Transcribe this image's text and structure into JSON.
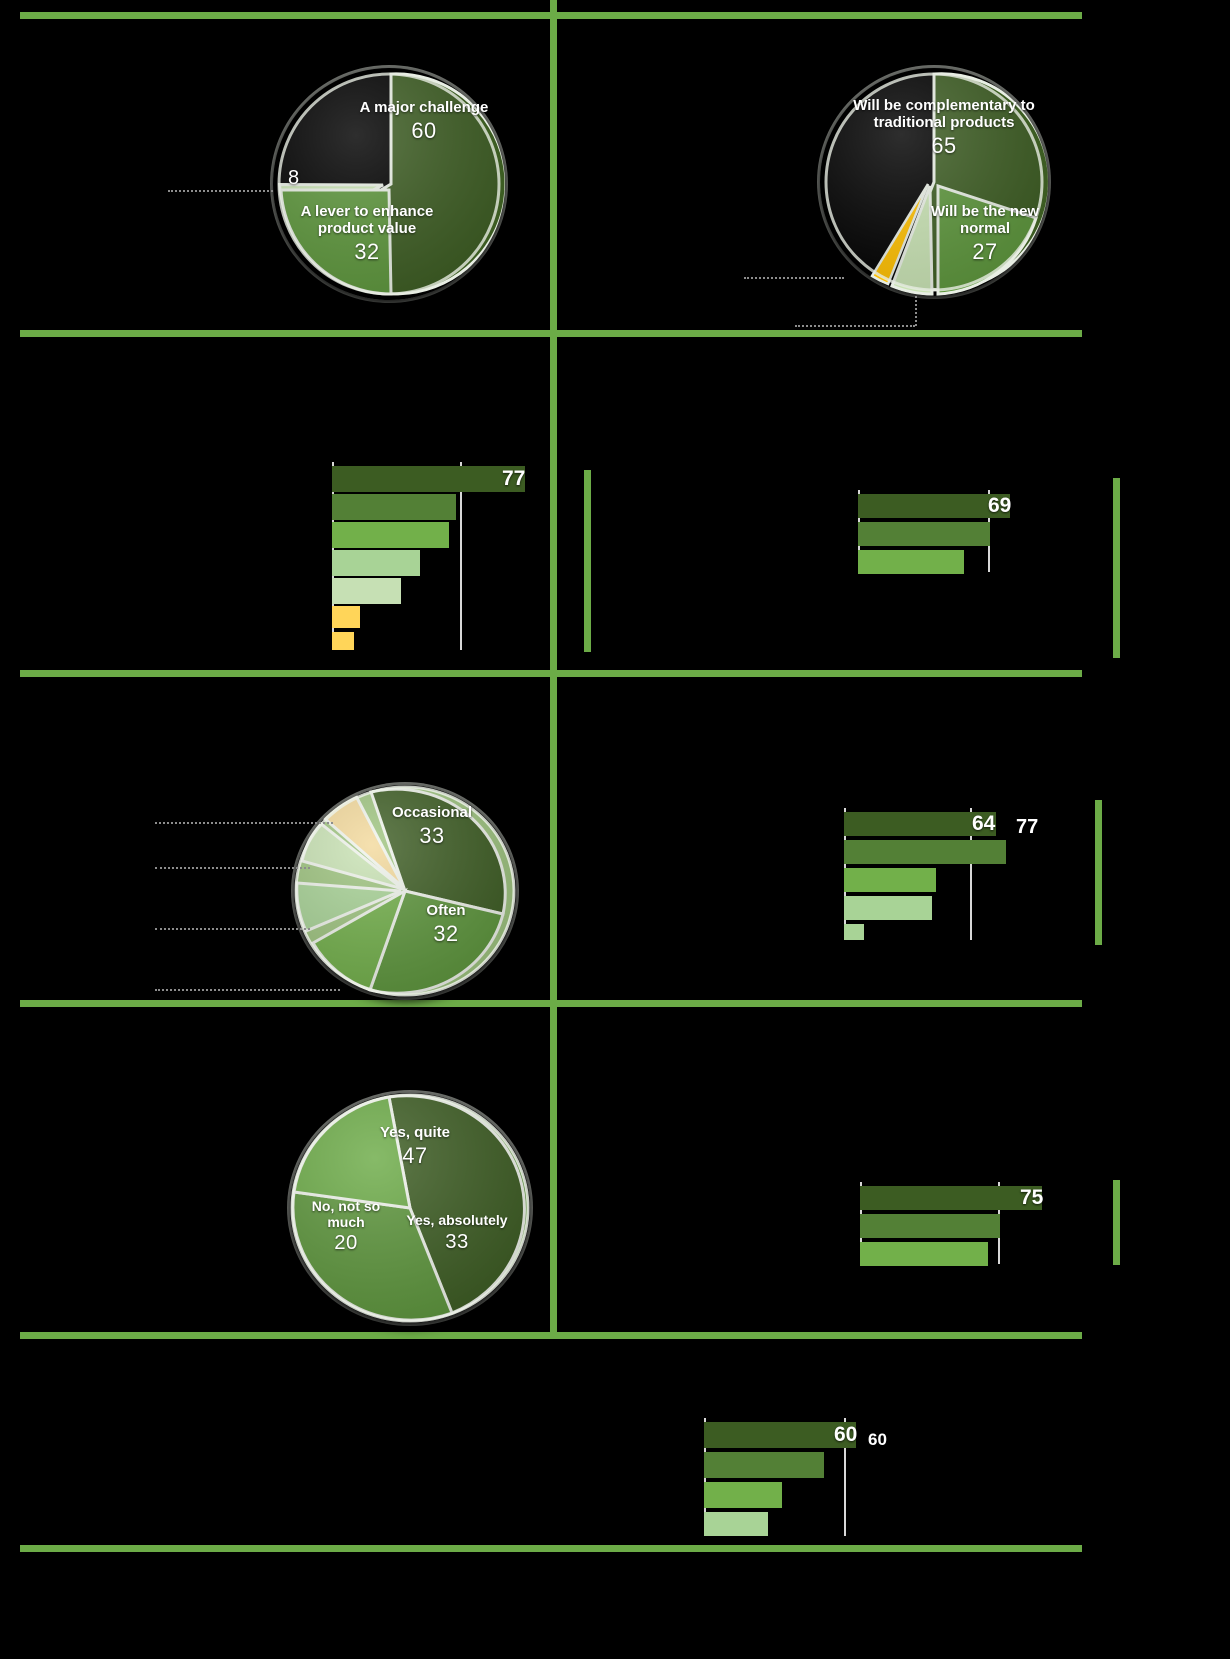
{
  "theme": {
    "background": "#000000",
    "rule_green": "#6cab47",
    "palette": {
      "dark_green": "#3c5c22",
      "mid_dark_green": "#4f8136",
      "mid_green": "#72b04a",
      "light_green": "#a8d396",
      "pale_green": "#c6e0b4",
      "paler_green": "#d9ead3",
      "amber": "#ffd559",
      "amber_deep": "#ffc000"
    },
    "axis_color": "#d8d8d8",
    "leader_color": "#8d8d8d"
  },
  "panels": {
    "pie_challenge": {
      "name": "ai-as-challenge-or-lever",
      "slices": [
        {
          "label": "A major challenge",
          "value": 60,
          "color": "#3c5c22"
        },
        {
          "label": "A lever to enhance product value",
          "value": 32,
          "color": "#5d963c"
        },
        {
          "label": "",
          "value": 8,
          "color": "#c9e3b4"
        }
      ],
      "labels": {
        "major_challenge": "A major challenge",
        "major_challenge_value": "60",
        "lever": "A lever to enhance product value",
        "lever_value": "32",
        "third_value": "8"
      }
    },
    "pie_future": {
      "name": "future-of-ai-products",
      "slices": [
        {
          "label": "Will be complementary to traditional products",
          "value": 65,
          "color": "#3c5c22"
        },
        {
          "label": "Will be the new normal",
          "value": 27,
          "color": "#5d963c"
        },
        {
          "label": "",
          "value": 5,
          "color": "#c9e3b4"
        },
        {
          "label": "",
          "value": 3,
          "color": "#ffc000"
        }
      ],
      "labels": {
        "complementary": "Will be complementary to traditional products",
        "complementary_value": "65",
        "new_normal": "Will be the new normal",
        "new_normal_value": "27"
      }
    },
    "bars_left_r2": {
      "name": "adoption-drivers-bars",
      "axis_max": 100,
      "gridline_at": 65,
      "bars": [
        {
          "value": 77,
          "color": "#3c5c22",
          "show_value": true,
          "label": "77"
        },
        {
          "value": 62,
          "color": "#538036",
          "show_value": false,
          "label": ""
        },
        {
          "value": 58,
          "color": "#72b04a",
          "show_value": false,
          "label": ""
        },
        {
          "value": 43,
          "color": "#a8d396",
          "show_value": false,
          "label": ""
        },
        {
          "value": 35,
          "color": "#c6e0b4",
          "show_value": false,
          "label": ""
        },
        {
          "value": 9,
          "color": "#ffd559",
          "show_value": false,
          "label": ""
        },
        {
          "value": 7,
          "color": "#ffd559",
          "show_value": false,
          "label": ""
        }
      ]
    },
    "bars_right_r2": {
      "name": "benefits-bars",
      "axis_max": 100,
      "gridline_at": 69,
      "bars": [
        {
          "value": 69,
          "color": "#3c5c22",
          "show_value": true,
          "label": "69"
        },
        {
          "value": 62,
          "color": "#538036",
          "show_value": false,
          "label": ""
        },
        {
          "value": 48,
          "color": "#72b04a",
          "show_value": false,
          "label": ""
        }
      ]
    },
    "pie_frequency": {
      "name": "usage-frequency-pie",
      "slices": [
        {
          "label": "Occasional",
          "value": 33,
          "color": "#3c5c22"
        },
        {
          "label": "Often",
          "value": 32,
          "color": "#5d963c"
        },
        {
          "label": "",
          "value": 14,
          "color": "#72b04a"
        },
        {
          "label": "",
          "value": 11,
          "color": "#a8d396"
        },
        {
          "label": "",
          "value": 6,
          "color": "#c9e3b4"
        },
        {
          "label": "",
          "value": 4,
          "color": "#f3d99b"
        }
      ],
      "labels": {
        "occasional": "Occasional",
        "occasional_value": "33",
        "often": "Often",
        "often_value": "32"
      }
    },
    "bars_right_r3": {
      "name": "expectations-bars",
      "axis_max": 100,
      "gridline_at": 64,
      "floating_value": "77",
      "bars": [
        {
          "value": 64,
          "color": "#3c5c22",
          "show_value": true,
          "label": "64"
        },
        {
          "value": 72,
          "color": "#538036",
          "show_value": false,
          "label": ""
        },
        {
          "value": 41,
          "color": "#72b04a",
          "show_value": false,
          "label": ""
        },
        {
          "value": 39,
          "color": "#a8d396",
          "show_value": false,
          "label": ""
        },
        {
          "value": 6,
          "color": "#a8d396",
          "show_value": false,
          "label": ""
        }
      ]
    },
    "pie_satisfaction": {
      "name": "satisfaction-pie",
      "slices": [
        {
          "label": "Yes, quite",
          "value": 47,
          "color": "#3c5c22"
        },
        {
          "label": "Yes, absolutely",
          "value": 33,
          "color": "#5d963c"
        },
        {
          "label": "No, not so much",
          "value": 20,
          "color": "#6cab47"
        }
      ],
      "labels": {
        "yes_quite": "Yes, quite",
        "yes_quite_value": "47",
        "yes_absolutely": "Yes, absolutely",
        "yes_absolutely_value": "33",
        "no_not_so_much": "No, not so much",
        "no_not_so_much_value": "20"
      }
    },
    "bars_right_r4": {
      "name": "trust-bars",
      "axis_max": 100,
      "gridline_at": 75,
      "bars": [
        {
          "value": 75,
          "color": "#3c5c22",
          "show_value": true,
          "label": "75"
        },
        {
          "value": 67,
          "color": "#538036",
          "show_value": false,
          "label": ""
        },
        {
          "value": 63,
          "color": "#72b04a",
          "show_value": false,
          "label": ""
        }
      ]
    },
    "bars_bottom": {
      "name": "priorities-bars",
      "axis_max": 100,
      "gridline_at": 60,
      "floating_value": "60",
      "bars": [
        {
          "value": 60,
          "color": "#3c5c22",
          "show_value": true,
          "label": "60"
        },
        {
          "value": 53,
          "color": "#538036",
          "show_value": false,
          "label": ""
        },
        {
          "value": 34,
          "color": "#72b04a",
          "show_value": false,
          "label": ""
        },
        {
          "value": 26,
          "color": "#a8d396",
          "show_value": false,
          "label": ""
        }
      ]
    }
  }
}
